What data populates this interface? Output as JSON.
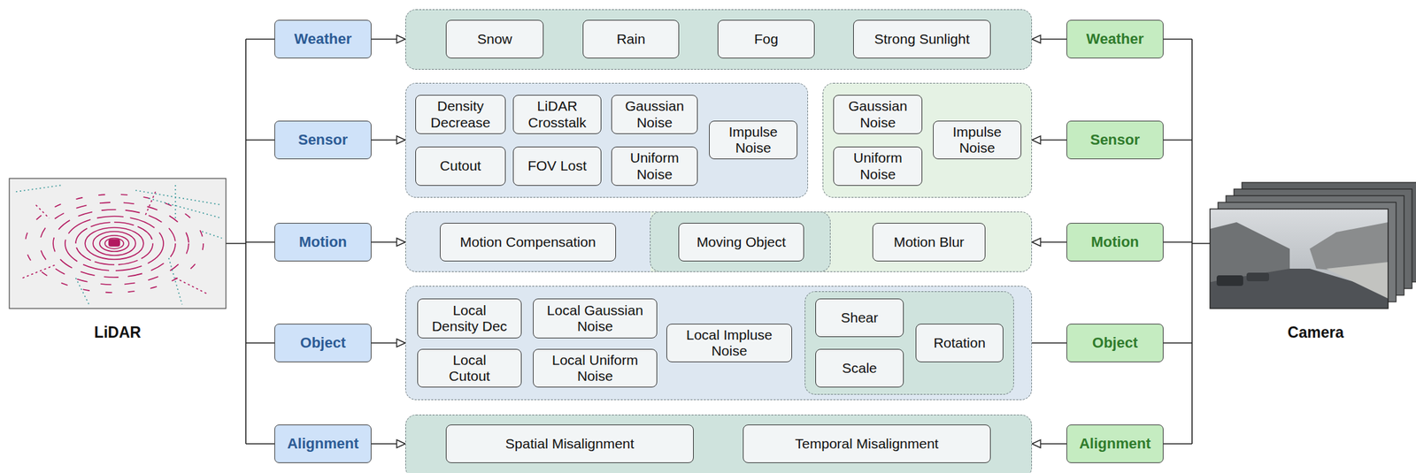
{
  "diagram": {
    "nodes": [
      {
        "text": [
          "Weather"
        ]
      },
      {
        "text": []
      },
      {
        "text": [
          "Snow"
        ],
        "in": 1
      },
      {
        "text": [
          "Rain"
        ],
        "in": 1
      },
      {
        "text": [
          "Fog"
        ],
        "in": 1
      },
      {
        "text": [
          "Strong Sunlight"
        ],
        "in": 1
      },
      {
        "text": [
          "Weather"
        ]
      },
      {
        "text": [
          "Sensor"
        ]
      },
      {
        "text": []
      },
      {
        "text": [
          "Density Decrease"
        ],
        "in": 8
      },
      {
        "text": [
          "LiDAR Crosstalk"
        ],
        "in": 8
      },
      {
        "text": [
          "Gaussian Noise"
        ],
        "in": 8
      },
      {
        "text": [
          "Impulse Noise"
        ],
        "in": 8
      },
      {
        "text": [
          "Cutout"
        ],
        "in": 8
      },
      {
        "text": [
          "FOV Lost"
        ],
        "in": 8
      },
      {
        "text": [
          "Uniform Noise"
        ],
        "in": 8
      },
      {
        "text": []
      },
      {
        "text": [
          "Gaussian Noise"
        ],
        "in": 16
      },
      {
        "text": [
          "Impulse Noise"
        ],
        "in": 16
      },
      {
        "text": [
          "Uniform Noise"
        ],
        "in": 16
      },
      {
        "text": [
          "Sensor"
        ]
      },
      {
        "text": [
          "Motion"
        ]
      },
      {
        "text": []
      },
      {
        "text": [
          "Motion Compensation"
        ],
        "in": 22
      },
      {
        "text": [],
        "in": 22
      },
      {
        "text": [
          "Moving Object"
        ],
        "in": 24
      },
      {
        "text": [
          "Motion Blur"
        ],
        "in": 22
      },
      {
        "text": [
          "Motion"
        ]
      },
      {
        "text": [
          "Object"
        ]
      },
      {
        "text": []
      },
      {
        "text": [
          "Local Density Dec"
        ],
        "in": 29
      },
      {
        "text": [
          "Local Gaussian Noise"
        ],
        "in": 29
      },
      {
        "text": [
          "Local Impluse Noise"
        ],
        "in": 29
      },
      {
        "text": [
          "Local Cutout"
        ],
        "in": 29
      },
      {
        "text": [
          "Local Uniform Noise"
        ],
        "in": 29
      },
      {
        "text": [],
        "in": 29
      },
      {
        "text": [
          "Shear"
        ],
        "in": 35
      },
      {
        "text": [
          "Rotation"
        ],
        "in": 35
      },
      {
        "text": [
          "Scale"
        ],
        "in": 35
      },
      {
        "text": [
          "Object"
        ]
      },
      {
        "text": [
          "Alignment"
        ]
      },
      {
        "text": []
      },
      {
        "text": [
          "Spatial Misalignment"
        ],
        "in": 41
      },
      {
        "text": [
          "Temporal Misalignment"
        ],
        "in": 41
      },
      {
        "text": [
          "Alignment"
        ]
      }
    ],
    "edges": [
      {
        "from": 0,
        "to": 1,
        "arrow": "to"
      },
      {
        "from": 6,
        "to": 1,
        "arrow": "to"
      },
      {
        "from": 7,
        "to": 8,
        "arrow": "to"
      },
      {
        "from": 20,
        "to": 16,
        "arrow": "to"
      },
      {
        "from": 21,
        "to": 22,
        "arrow": "to"
      },
      {
        "from": 27,
        "to": 22,
        "arrow": "to"
      },
      {
        "from": 28,
        "to": 29,
        "arrow": "to"
      },
      {
        "from": 39,
        "to": 35,
        "arrow": "to"
      },
      {
        "from": 40,
        "to": 41,
        "arrow": "to"
      },
      {
        "from": 44,
        "to": 41,
        "arrow": "to"
      }
    ],
    "labels": [
      "LiDAR",
      "Camera"
    ]
  }
}
